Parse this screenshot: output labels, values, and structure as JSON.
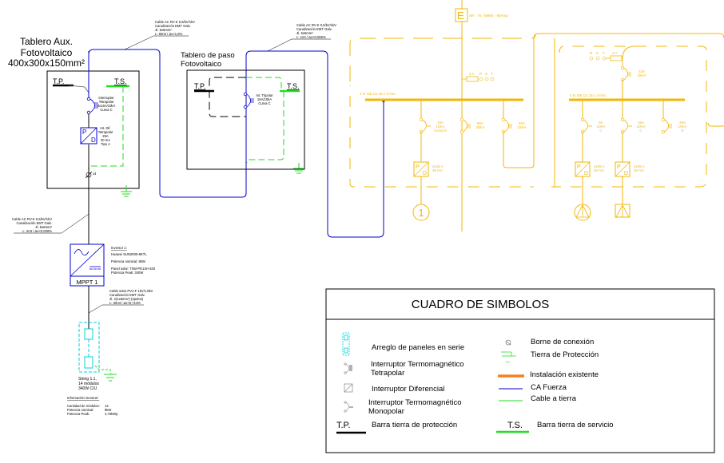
{
  "aux_board": {
    "title_lines": [
      "Tablero Aux.",
      "Fotovoltaico",
      "400x300x150mm²"
    ],
    "tp_label": "T.P.",
    "ts_label": "T.S.",
    "breaker_text": [
      "Interruptor",
      "Tetrapolar",
      "4x16A/10kA",
      "Curva C"
    ],
    "differential_text": [
      "Int. Dif.",
      "Tetrapolar",
      "25A",
      "30 mA",
      "Tipo A"
    ],
    "differential_letters": [
      "P",
      "D"
    ],
    "terminal_label": "x4"
  },
  "pass_board": {
    "title_lines": [
      "Tablero de paso",
      "Fotovoltaico"
    ],
    "tp_label": "T.P.",
    "ts_label": "T.S.",
    "breaker_text": [
      "Int. Tripolar",
      "16A/10kA",
      "Curva C"
    ]
  },
  "cables": {
    "cable_aux_to_pass": [
      "Cable AC RV-K 0,6/kV/1kV",
      "Canalización EMT Galv.",
      "4l. 5x6mm²",
      "L: 60mt / Δv<1,8%"
    ],
    "cable_pass_to_board": [
      "Cable AC RV-K 0,6/kV/1kV",
      "Canalización EMT Galv.",
      "4l. 5x6mm²",
      "L: 1mt / Δv<0,006%"
    ],
    "cable_inverter_to_aux": [
      "Cable AC RV-K 0,6/kV/1kV",
      "Canalización EMT Galv.",
      "4l. 5x6mm²",
      "L: 2mt / Δv<0,006%"
    ],
    "cable_panels_to_inverter": [
      "Cable solar PV1-F 1kV/1,8kV",
      "Canalización EMT Galv.",
      "4l. 2(1x6mm²) (2polos)",
      "L: 30mt / Δv<0,713%"
    ]
  },
  "inverter": {
    "label": "MPPT 1",
    "title": "Inversor 1:",
    "lines": [
      "Huawei SUN2000-8KTL",
      "Potencia nominal: 8kW",
      "Panel solar: TSM-PE14H-340",
      "Potencia Peak: 340W"
    ]
  },
  "string": {
    "lines": [
      "String 1.1,",
      "14 módulos",
      "340W C/U"
    ]
  },
  "general_info": {
    "title": "Información General :",
    "rows": [
      {
        "label": "Cantidad de módulos:",
        "value": "14"
      },
      {
        "label": "Potencia nominal:",
        "value": "8kW"
      },
      {
        "label": "Potencia Peak:",
        "value": "4,76kWp"
      }
    ]
  },
  "existing_board": {
    "meter_letter": "E",
    "meter_label": "SR - 75 / 58kW - 80Amp",
    "left_bus_label": "4 B. DE Cu 15 x 3 mm.",
    "right_bus_label": "4 B. DE Cu 15 x 3 mm.",
    "fuse_left": {
      "rating": "2 A",
      "phases": [
        "R",
        "S",
        "T"
      ]
    },
    "fuse_right": {
      "rating": "2 A",
      "phases": [
        "R",
        "S",
        "T"
      ]
    },
    "left_breakers": [
      [
        "10A",
        "10KA",
        "Curva D"
      ],
      [
        "80A",
        "25KA"
      ],
      [
        "32A",
        "15KA"
      ]
    ],
    "left_differential": [
      "2x25 A",
      "30 mA"
    ],
    "circuit_number": "1",
    "right_main_breaker": [
      "32A",
      "15KA"
    ],
    "right_breakers": [
      [
        "6A",
        "10KA",
        "C"
      ],
      [
        "16A",
        "10KA",
        "C"
      ],
      [
        "25A",
        "10KA",
        "D"
      ]
    ],
    "right_differentials": [
      [
        "2x25 A",
        "30 mA"
      ],
      [
        "2x25 A",
        "30 mA"
      ]
    ]
  },
  "legend": {
    "title": "CUADRO DE SIMBOLOS",
    "items_left": [
      {
        "icon": "panel-array-icon",
        "label_lines": [
          "Arreglo de paneles en serie"
        ]
      },
      {
        "icon": "tetrapolar-breaker-icon",
        "label_lines": [
          "Interruptor Termomagnético",
          "Tetrapolar"
        ]
      },
      {
        "icon": "differential-icon",
        "label_lines": [
          "Interruptor Diferencial"
        ]
      },
      {
        "icon": "monopolar-breaker-icon",
        "label_lines": [
          "Interruptor Termomagnético",
          "Monopolar"
        ]
      },
      {
        "icon": "tp-bar-icon",
        "symbol": "T.P.",
        "label_lines": [
          "Barra tierra de protección"
        ]
      }
    ],
    "items_right": [
      {
        "icon": "terminal-icon",
        "label_lines": [
          "Borne de conexión"
        ]
      },
      {
        "icon": "ground-icon",
        "symbol": "T.P.",
        "label_lines": [
          "Tierra de Protección"
        ]
      },
      {
        "icon": "existing-line-icon",
        "label_lines": [
          "Instalación existente"
        ]
      },
      {
        "icon": "ac-power-line-icon",
        "label_lines": [
          "CA Fuerza"
        ]
      },
      {
        "icon": "ground-cable-icon",
        "label_lines": [
          "Cable a tierra"
        ]
      },
      {
        "icon": "ts-bar-icon",
        "symbol": "T.S.",
        "label_lines": [
          "Barra tierra de servicio"
        ]
      }
    ]
  },
  "colors": {
    "ac_power": "#0000cc",
    "ground": "#22dd22",
    "existing": "#f2b705",
    "existing_legend": "#f58220",
    "panels": "#00d0d8",
    "black": "#000000"
  }
}
